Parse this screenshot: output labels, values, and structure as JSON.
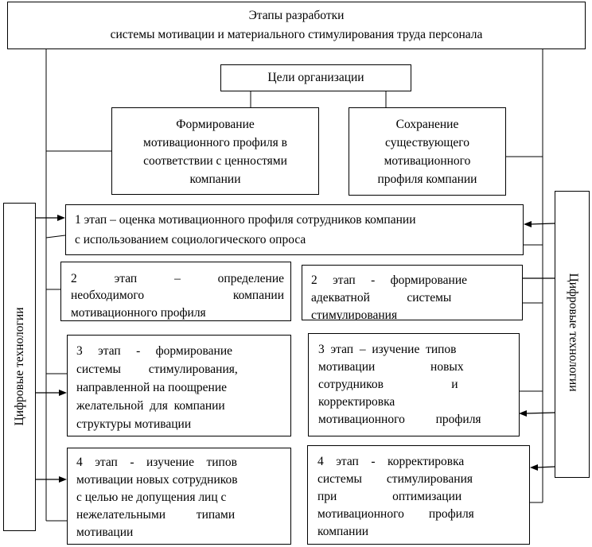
{
  "header": {
    "line1": "Этапы разработки",
    "line2": "системы мотивации и материального стимулирования труда персонала"
  },
  "goals": {
    "label": "Цели организации"
  },
  "goal_left": {
    "lines": [
      "Формирование",
      "мотивационного профиля в",
      "соответствии с ценностями",
      "компании"
    ]
  },
  "goal_right": {
    "lines": [
      "Сохранение",
      "существующего",
      "мотивационного",
      "профиля компании"
    ]
  },
  "side_left": {
    "label": "Цифровые технологии"
  },
  "side_right": {
    "label": "Цифровые технологии"
  },
  "stage1": {
    "lines": [
      "1 этап – оценка мотивационного профиля сотрудников компании",
      "с использованием социологического опроса"
    ]
  },
  "stage2_left": {
    "lines": [
      "2       этап       –       определение",
      "необходимого                   компании",
      "мотивационного профиля"
    ]
  },
  "stage2_right": {
    "lines": [
      "2     этап     -     формирование",
      "адекватной            системы",
      "стимулирования"
    ]
  },
  "stage3_left": {
    "lines": [
      "3     этап     -     формирование",
      "системы         стимулирования,",
      "направленной на поощрение",
      "желательной  для  компании",
      "структуры мотивации"
    ]
  },
  "stage3_right": {
    "lines": [
      "3  этап  –  изучение  типов",
      "мотивации                  новых",
      "сотрудников                      и",
      "корректировка",
      "мотивационного          профиля"
    ]
  },
  "stage4_left": {
    "lines": [
      "4    этап    -    изучение    типов",
      "мотивации новых сотрудников",
      "с целью не допущения лиц с",
      "нежелательными          типами",
      "мотивации"
    ]
  },
  "stage4_right": {
    "lines": [
      "4    этап    -    корректировка",
      "системы        стимулирования",
      "при                  оптимизации",
      "мотивационного        профиля",
      "компании"
    ]
  }
}
